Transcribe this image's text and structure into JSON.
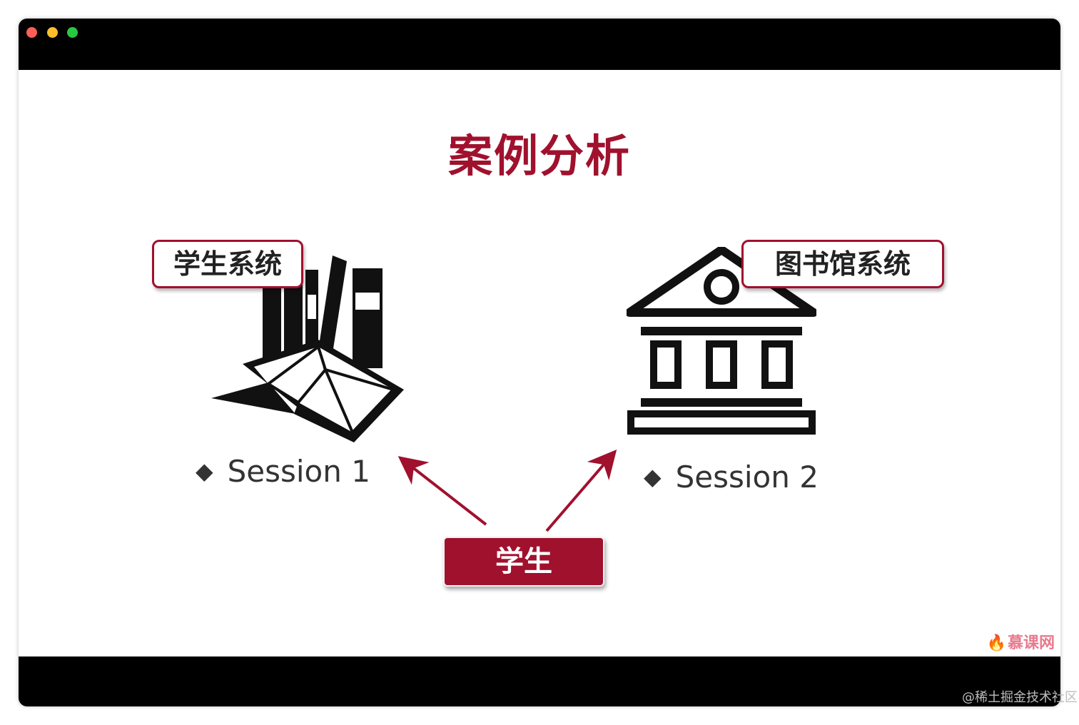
{
  "window": {
    "controls": [
      "close",
      "minimize",
      "maximize"
    ]
  },
  "slide": {
    "title": "案例分析",
    "student_system_label": "学生系统",
    "library_system_label": "图书馆系统",
    "session_1": "Session 1",
    "session_2": "Session 2",
    "bullet": "◆",
    "student_label": "学生",
    "icons": [
      "books-icon",
      "bank-building-icon",
      "arrow-icon"
    ]
  },
  "branding": {
    "logo_text": "慕课网",
    "logo_icon": "flame-icon"
  },
  "watermark": "@稀土掘金技术社区",
  "colors": {
    "accent": "#a0112e",
    "titlebar": "#000000",
    "close": "#ff5f57",
    "minimize": "#febc2e",
    "maximize": "#28c840"
  }
}
